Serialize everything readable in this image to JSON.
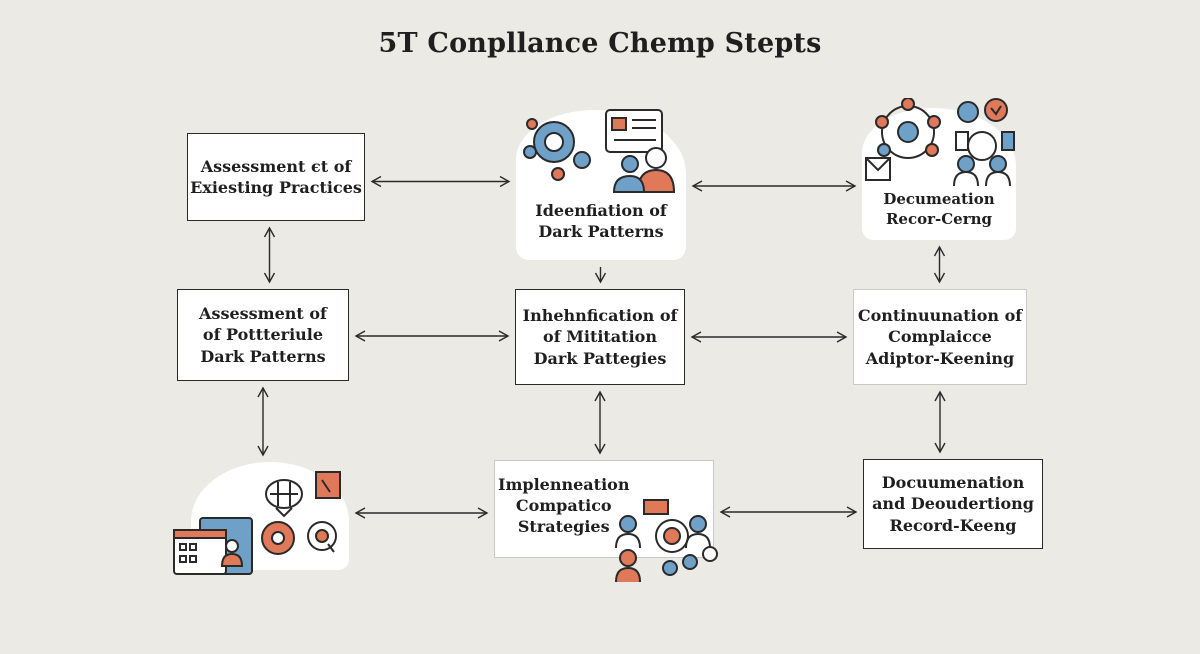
{
  "title": "5T Conpllance Chemp Stepts",
  "colors": {
    "background": "#ebeae4",
    "stroke": "#2a2a2a",
    "accent_orange": "#e0795a",
    "accent_blue": "#6fa0c8",
    "box_fill": "#ffffff"
  },
  "nodes": [
    {
      "id": "n1",
      "label": "Assessment єt of\nExiesting Practices"
    },
    {
      "id": "n2",
      "label": "Ideenfiation of\nDark Patterns",
      "icon": "gear-and-profile-card-icon"
    },
    {
      "id": "n3",
      "label": "Decumeation\nRecor-Cerng",
      "icon": "network-people-icon"
    },
    {
      "id": "n4",
      "label": "Assessment of\nof Pottteriule\nDark Patterns"
    },
    {
      "id": "n5",
      "label": "Inhehnfication of\nof Mititation\nDark Pattegies"
    },
    {
      "id": "n6",
      "label": "Continuunation of\nComplaicce\nAdiptor-Keening"
    },
    {
      "id": "n7",
      "label": "",
      "icon": "dashboard-gear-magnifier-icon"
    },
    {
      "id": "n8",
      "label": "Implenneation\nCompatico\nStrategies",
      "icon": "team-gear-icon"
    },
    {
      "id": "n9",
      "label": "Docuumenation\nand Deoudertiong\nRecord-Keeng"
    }
  ],
  "edges": [
    {
      "from": "n1",
      "to": "n2",
      "direction": "both"
    },
    {
      "from": "n2",
      "to": "n3",
      "direction": "both"
    },
    {
      "from": "n1",
      "to": "n4",
      "direction": "both"
    },
    {
      "from": "n2",
      "to": "n5",
      "direction": "forward"
    },
    {
      "from": "n3",
      "to": "n6",
      "direction": "both"
    },
    {
      "from": "n4",
      "to": "n5",
      "direction": "both"
    },
    {
      "from": "n5",
      "to": "n6",
      "direction": "both"
    },
    {
      "from": "n4",
      "to": "n7",
      "direction": "both"
    },
    {
      "from": "n5",
      "to": "n8",
      "direction": "both"
    },
    {
      "from": "n6",
      "to": "n9",
      "direction": "both"
    },
    {
      "from": "n7",
      "to": "n8",
      "direction": "both"
    },
    {
      "from": "n8",
      "to": "n9",
      "direction": "both"
    }
  ]
}
